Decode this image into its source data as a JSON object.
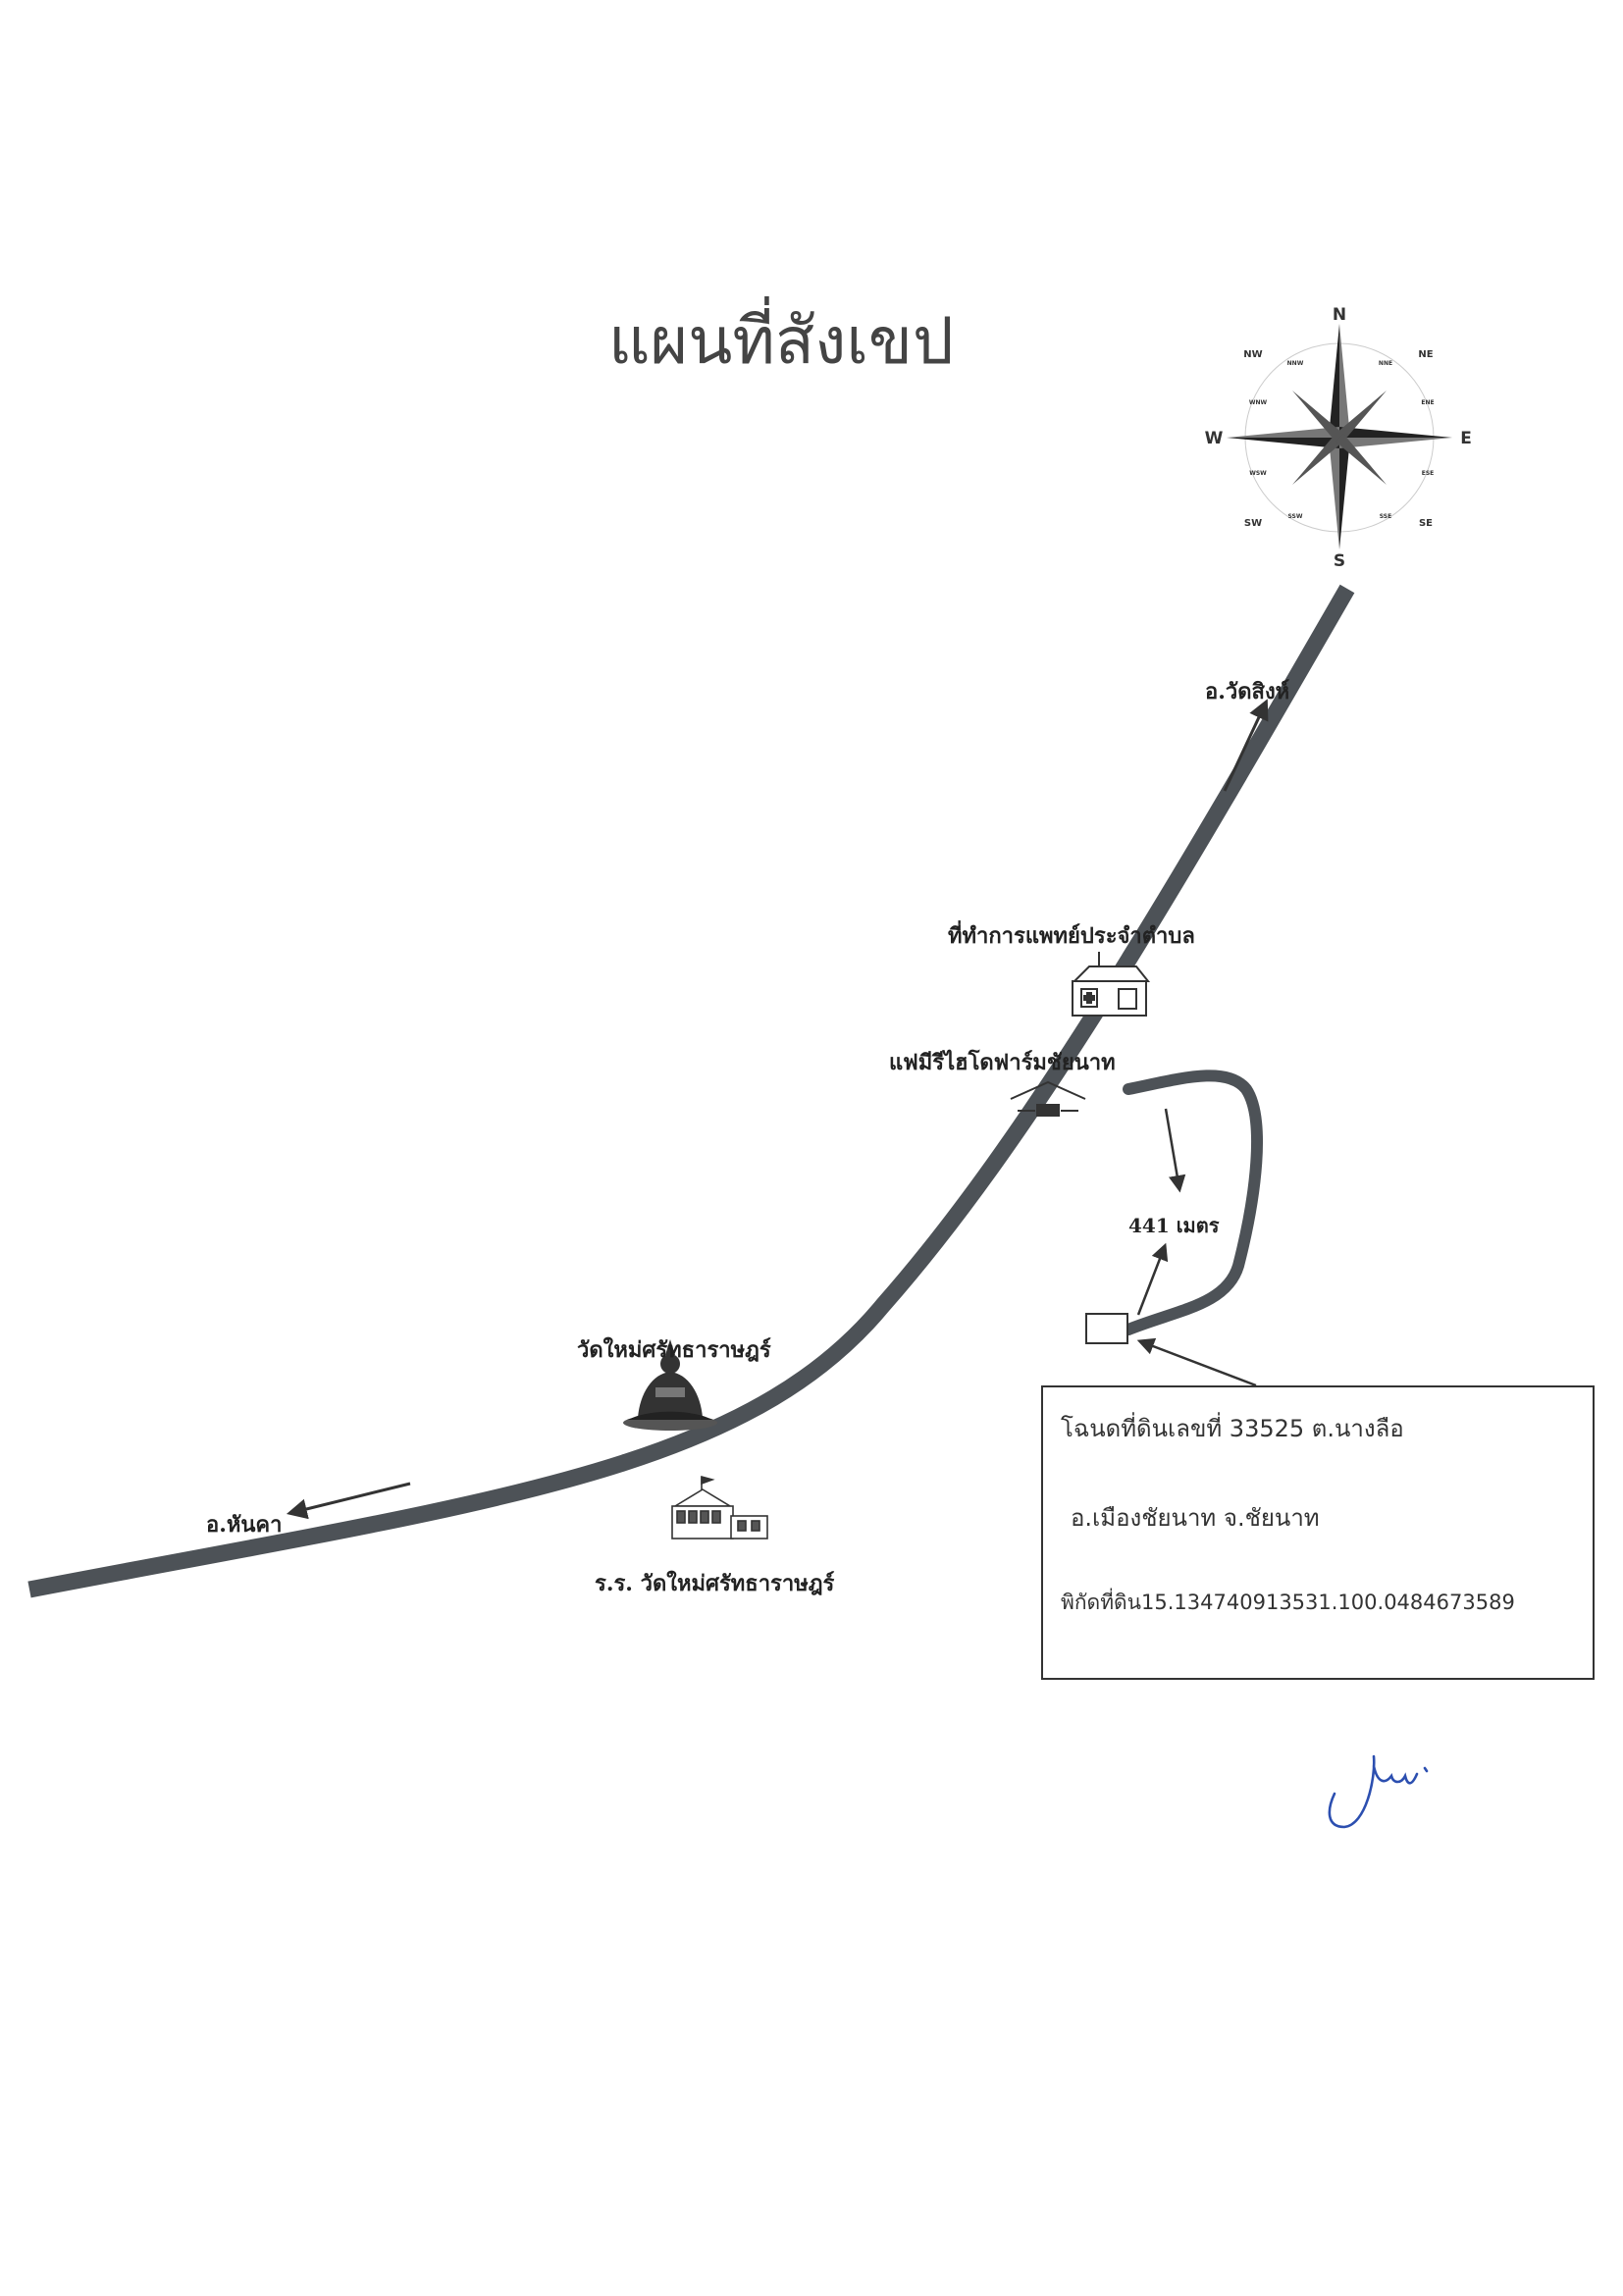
{
  "title": "แผนที่สังเขป",
  "compass": {
    "n": "N",
    "s": "S",
    "e": "E",
    "w": "W",
    "ne": "NE",
    "nw": "NW",
    "se": "SE",
    "sw": "SW",
    "nne": "NNE",
    "nnw": "NNW",
    "ene": "ENE",
    "wnw": "WNW",
    "ese": "ESE",
    "wsw": "WSW",
    "sse": "SSE",
    "ssw": "SSW"
  },
  "labels": {
    "to_wat_sing": "อ.วัดสิงห์",
    "health_station": "ที่ทำการแพทย์ประจำตำบล",
    "farm": "แฟมีรีไฮโดฟาร์มชัยนาท",
    "distance": "441 เมตร",
    "temple": "วัดใหม่ศรัทธาราษฎร์",
    "to_hankha": "อ.หันคา",
    "school": "ร.ร. วัดใหม่ศรัทธาราษฎร์"
  },
  "land": {
    "line1": "โฉนดที่ดินเลขที่  33525  ต.นางลือ",
    "line2": "อ.เมืองชัยนาท   จ.ชัยนาท",
    "line3": "พิกัดที่ดิน15.134740913531.100.0484673589"
  },
  "colors": {
    "road": "#4d5257",
    "ink": "#222222",
    "signature": "#2c4fb0"
  },
  "icons": [
    "compass-rose-icon",
    "health-station-icon",
    "farm-icon",
    "temple-buddha-icon",
    "school-icon",
    "signature"
  ]
}
